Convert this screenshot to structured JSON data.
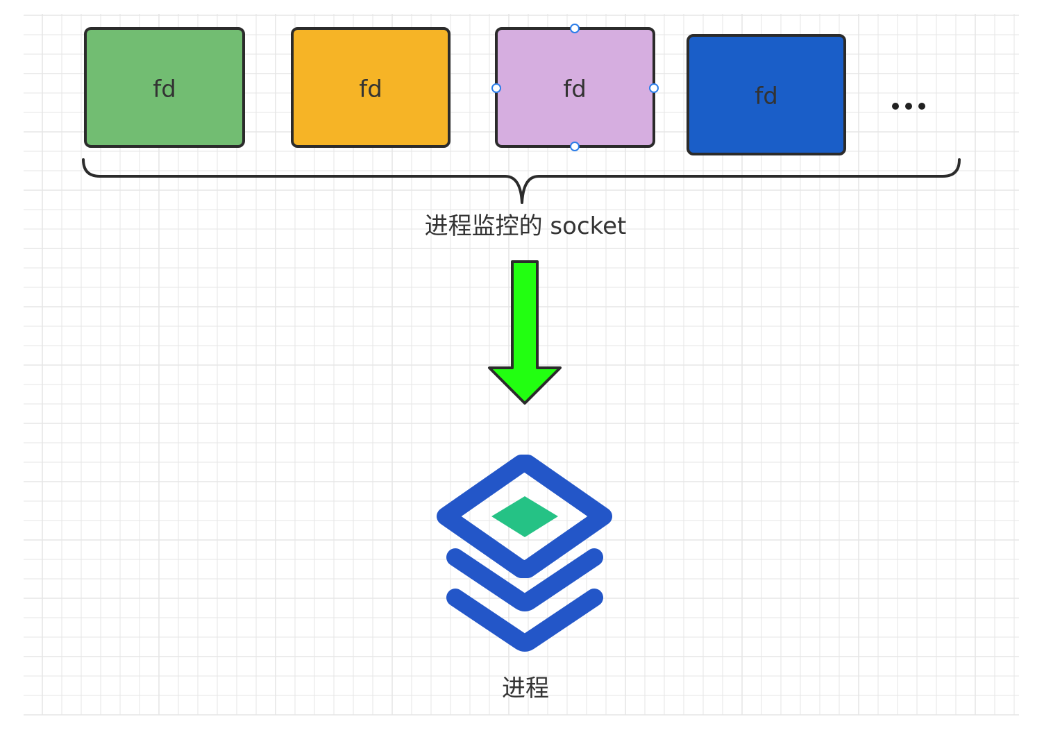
{
  "diagram": {
    "fd_boxes": [
      {
        "label": "fd",
        "color": "#72bd72"
      },
      {
        "label": "fd",
        "color": "#f6b426"
      },
      {
        "label": "fd",
        "color": "#d6aee0"
      },
      {
        "label": "fd",
        "color": "#1a5ec8"
      }
    ],
    "ellipsis": "...",
    "group_label": "进程监控的 socket",
    "arrow_color": "#22ff11",
    "process_label": "进程",
    "process_icon": "stack-layers-icon",
    "colors": {
      "grid_line": "#e6e6e6",
      "stroke": "#2b2b2b",
      "selection_handle": "#2b7de9",
      "icon_blue": "#2356c8",
      "icon_green": "#25c285"
    }
  }
}
